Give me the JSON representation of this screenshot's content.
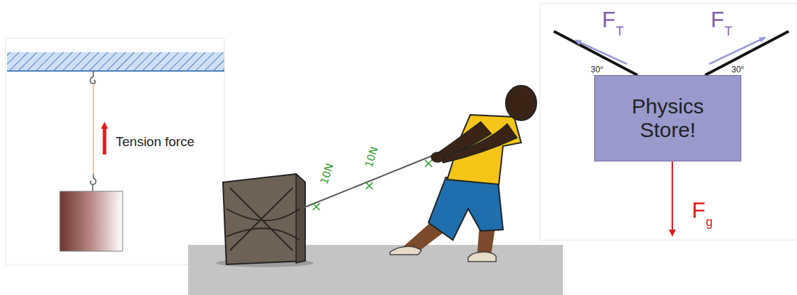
{
  "diagram": {
    "nodes": [
      {
        "text": [
          "Physics Store!"
        ]
      }
    ],
    "labels": [
      "Tension force",
      "10N",
      "10N",
      "F",
      "T",
      "F",
      "T",
      "30°",
      "30°",
      "F",
      "g"
    ]
  }
}
